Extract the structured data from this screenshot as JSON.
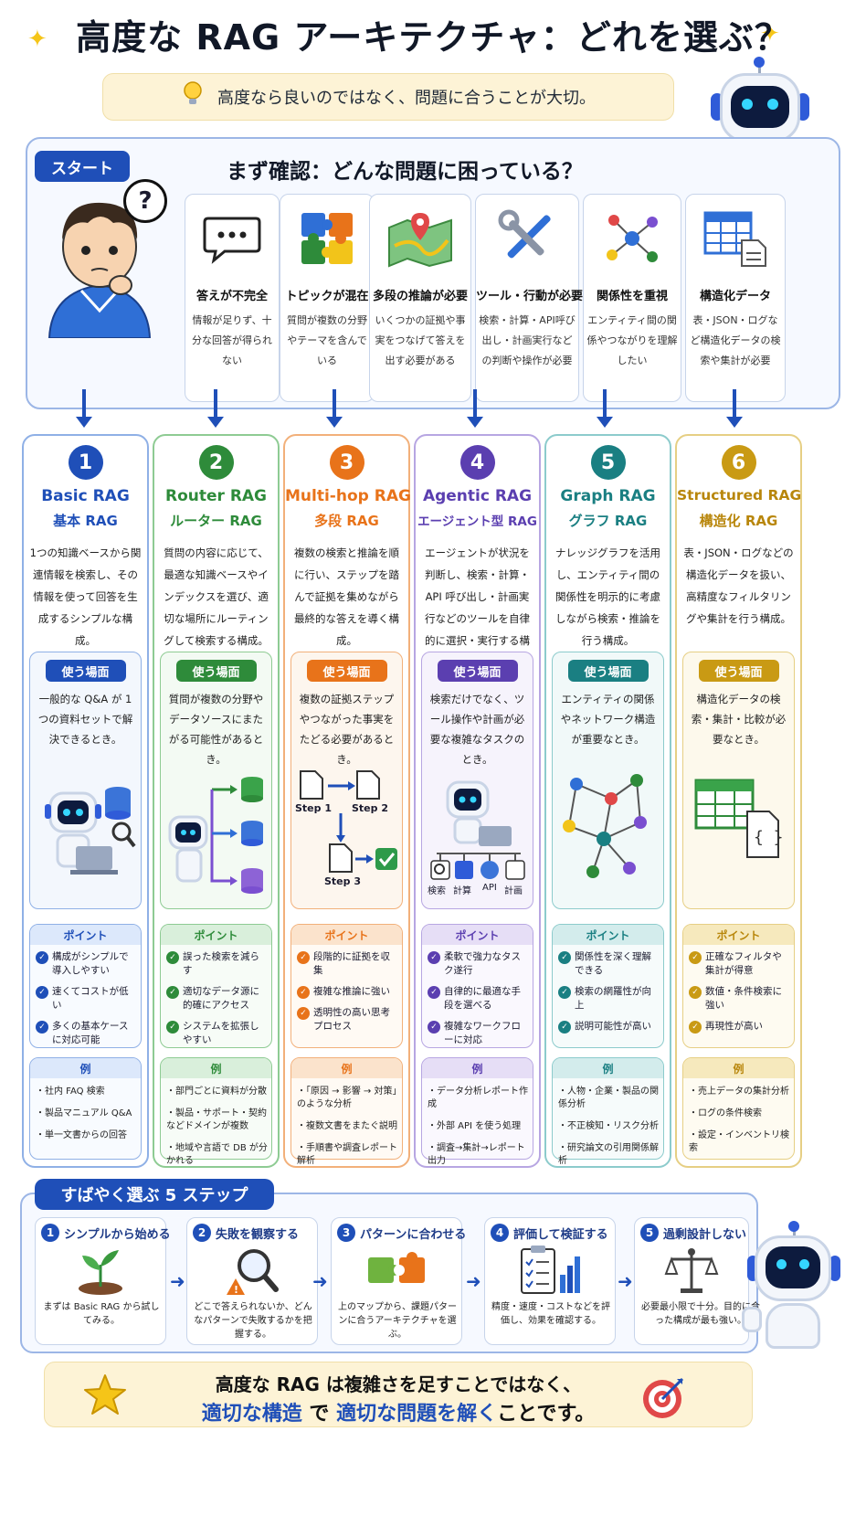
{
  "title": "高度な RAG アーキテクチャ：どれを選ぶ？",
  "subtitle": "高度なら良いのではなく、問題に合うことが大切。",
  "start": {
    "label": "スタート",
    "question": "まず確認：どんな問題に困っている？",
    "problems": [
      {
        "title": "答えが不完全",
        "desc": "情報が足りず、十分な回答が得られない",
        "icon": "speech-bubble-icon"
      },
      {
        "title": "トピックが混在",
        "desc": "質問が複数の分野やテーマを含んでいる",
        "icon": "puzzle-icon"
      },
      {
        "title": "多段の推論が必要",
        "desc": "いくつかの証拠や事実をつなげて答えを出す必要がある",
        "icon": "map-pin-icon"
      },
      {
        "title": "ツール・行動が必要",
        "desc": "検索・計算・API呼び出し・計画実行などの判断や操作が必要",
        "icon": "tools-icon"
      },
      {
        "title": "関係性を重視",
        "desc": "エンティティ間の関係やつながりを理解したい",
        "icon": "network-icon"
      },
      {
        "title": "構造化データ",
        "desc": "表・JSON・ログなど構造化データの検索や集計が必要",
        "icon": "table-icon"
      }
    ]
  },
  "columns": [
    {
      "num": "1",
      "en": "Basic RAG",
      "ja": "基本 RAG",
      "color": "#1f4fb8",
      "light": "#eaf1fc",
      "desc": "1つの知識ベースから関連情報を検索し、その情報を使って回答を生成するシンプルな構成。",
      "use_label": "使う場面",
      "use": "一般的な Q&A が 1つの資料セットで解決できるとき。",
      "points_label": "ポイント",
      "points": [
        "構成がシンプルで導入しやすい",
        "速くてコストが低い",
        "多くの基本ケースに対応可能"
      ],
      "ex_label": "例",
      "examples": [
        "社内 FAQ 検索",
        "製品マニュアル Q&A",
        "単一文書からの回答"
      ]
    },
    {
      "num": "2",
      "en": "Router RAG",
      "ja": "ルーター RAG",
      "color": "#2e8b3a",
      "light": "#ecf7ec",
      "desc": "質問の内容に応じて、最適な知識ベースやインデックスを選び、適切な場所にルーティングして検索する構成。",
      "use_label": "使う場面",
      "use": "質問が複数の分野やデータソースにまたがる可能性があるとき。",
      "points_label": "ポイント",
      "points": [
        "誤った検索を減らす",
        "適切なデータ源に的確にアクセス",
        "システムを拡張しやすい"
      ],
      "ex_label": "例",
      "examples": [
        "部門ごとに資料が分散",
        "製品・サポート・契約などドメインが複数",
        "地域や言語で DB が分かれる"
      ]
    },
    {
      "num": "3",
      "en": "Multi-hop RAG",
      "ja": "多段 RAG",
      "color": "#e8731a",
      "light": "#fdf1e6",
      "desc": "複数の検索と推論を順に行い、ステップを踏んで証拠を集めながら最終的な答えを導く構成。",
      "use_label": "使う場面",
      "use": "複数の証拠ステップやつながった事実をたどる必要があるとき。",
      "points_label": "ポイント",
      "points": [
        "段階的に証拠を収集",
        "複雑な推論に強い",
        "透明性の高い思考プロセス"
      ],
      "ex_label": "例",
      "examples": [
        "「原因 → 影響 → 対策」のような分析",
        "複数文書をまたぐ説明",
        "手順書や調査レポート解析"
      ],
      "steps": [
        "Step 1",
        "Step 2",
        "Step 3"
      ]
    },
    {
      "num": "4",
      "en": "Agentic RAG",
      "ja": "エージェント型 RAG",
      "color": "#5b3fb0",
      "light": "#f0ecfa",
      "desc": "エージェントが状況を判断し、検索・計算・API 呼び出し・計画実行などのツールを自律的に選択・実行する構成。",
      "use_label": "使う場面",
      "use": "検索だけでなく、ツール操作や計画が必要な複雑なタスクのとき。",
      "points_label": "ポイント",
      "points": [
        "柔軟で強力なタスク遂行",
        "自律的に最適な手段を選べる",
        "複雑なワークフローに対応"
      ],
      "ex_label": "例",
      "examples": [
        "データ分析レポート作成",
        "外部 API を使う処理",
        "調査→集計→レポート出力"
      ],
      "tools": [
        "検索",
        "計算",
        "API",
        "計画"
      ]
    },
    {
      "num": "5",
      "en": "Graph RAG",
      "ja": "グラフ RAG",
      "color": "#1a7f82",
      "light": "#e8f5f5",
      "desc": "ナレッジグラフを活用し、エンティティ間の関係性を明示的に考慮しながら検索・推論を行う構成。",
      "use_label": "使う場面",
      "use": "エンティティの関係やネットワーク構造が重要なとき。",
      "points_label": "ポイント",
      "points": [
        "関係性を深く理解できる",
        "検索の網羅性が向上",
        "説明可能性が高い"
      ],
      "ex_label": "例",
      "examples": [
        "人物・企業・製品の関係分析",
        "不正検知・リスク分析",
        "研究論文の引用関係解析"
      ]
    },
    {
      "num": "6",
      "en": "Structured RAG",
      "ja": "構造化 RAG",
      "color": "#b8860b",
      "light": "#fbf5e2",
      "desc": "表・JSON・ログなどの構造化データを扱い、高精度なフィルタリングや集計を行う構成。",
      "use_label": "使う場面",
      "use": "構造化データの検索・集計・比較が必要なとき。",
      "points_label": "ポイント",
      "points": [
        "正確なフィルタや集計が得意",
        "数値・条件検索に強い",
        "再現性が高い"
      ],
      "ex_label": "例",
      "examples": [
        "売上データの集計分析",
        "ログの条件検索",
        "設定・インベントリ検索"
      ]
    }
  ],
  "steps_title": "すばやく選ぶ 5 ステップ",
  "steps": [
    {
      "num": "1",
      "title": "シンプルから始める",
      "desc": "まずは Basic RAG から試してみる。",
      "icon": "sprout-icon"
    },
    {
      "num": "2",
      "title": "失敗を観察する",
      "desc": "どこで答えられないか、どんなパターンで失敗するかを把握する。",
      "icon": "magnifier-icon"
    },
    {
      "num": "3",
      "title": "パターンに合わせる",
      "desc": "上のマップから、課題パターンに合うアーキテクチャを選ぶ。",
      "icon": "puzzle-icon"
    },
    {
      "num": "4",
      "title": "評価して検証する",
      "desc": "精度・速度・コストなどを評価し、効果を確認する。",
      "icon": "clipboard-icon"
    },
    {
      "num": "5",
      "title": "過剰設計しない",
      "desc": "必要最小限で十分。目的に合った構成が最も強い。",
      "icon": "scale-icon"
    }
  ],
  "conclusion": {
    "line1": "高度な RAG は複雑さを足すことではなく、",
    "hl1": "適切な構造",
    "mid": " で ",
    "hl2": "適切な問題を解く",
    "end": "ことです。"
  }
}
